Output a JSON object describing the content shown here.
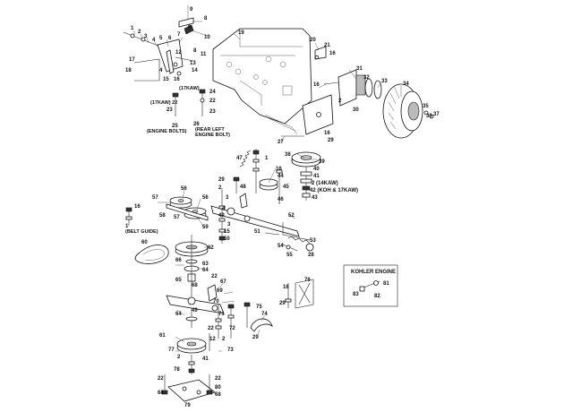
{
  "callouts": {
    "c1": "1",
    "c2": "2",
    "c3": "3",
    "c4": "4",
    "c5": "5",
    "c6": "6",
    "c7": "7",
    "c8": "8",
    "c9": "9",
    "c10": "10",
    "c11": "11",
    "c12": "12",
    "c13": "13",
    "c14": "14",
    "c15": "15",
    "c16": "16",
    "c17": "17",
    "c18": "18",
    "c19": "19",
    "c20": "20",
    "c21": "21",
    "c22": "22",
    "c23": "23",
    "c24": "24",
    "c25": "25",
    "c26": "26",
    "c27": "27",
    "c28": "28",
    "c29": "29",
    "c30": "30",
    "c31": "31",
    "c32": "32",
    "c33": "33",
    "c34": "34",
    "c35": "35",
    "c36": "36",
    "c37": "37",
    "c38": "38",
    "c39": "39",
    "c40": "40",
    "c41": "41",
    "c42": "42",
    "c43": "43",
    "c44": "44",
    "c45": "45",
    "c46": "46",
    "c47": "47",
    "c48": "48",
    "c49": "49",
    "c50": "50",
    "c51": "51",
    "c52": "52",
    "c53": "53",
    "c54": "54",
    "c55": "55",
    "c56": "56",
    "c57": "57",
    "c58": "58",
    "c59": "59",
    "c60": "60",
    "c61": "61",
    "c62": "62",
    "c63": "63",
    "c64": "64",
    "c65": "65",
    "c66": "66",
    "c67": "67",
    "c68": "68",
    "c69": "69",
    "c70": "70",
    "c71": "71",
    "c72": "72",
    "c73": "73",
    "c74": "74",
    "c75": "75",
    "c76": "76",
    "c77": "77",
    "c78": "78",
    "c79": "79",
    "c80": "80",
    "c81": "81",
    "c82": "82",
    "c83": "83"
  },
  "notes": {
    "engine_17kaw": "(17KAW)",
    "engine_bolts": "(ENGINE BOLTS)",
    "rear_left_1": "(REAR LEFT",
    "rear_left_2": "ENGINE BOLT)",
    "belt_guide": "(BELT GUIDE)",
    "part2_14kaw": "2 (14KAW)",
    "part42_koh": "42 (KOH & 17KAW)",
    "part22_17kaw": "(17KAW) 22"
  },
  "inset": {
    "title": "KOHLER ENGINE"
  }
}
